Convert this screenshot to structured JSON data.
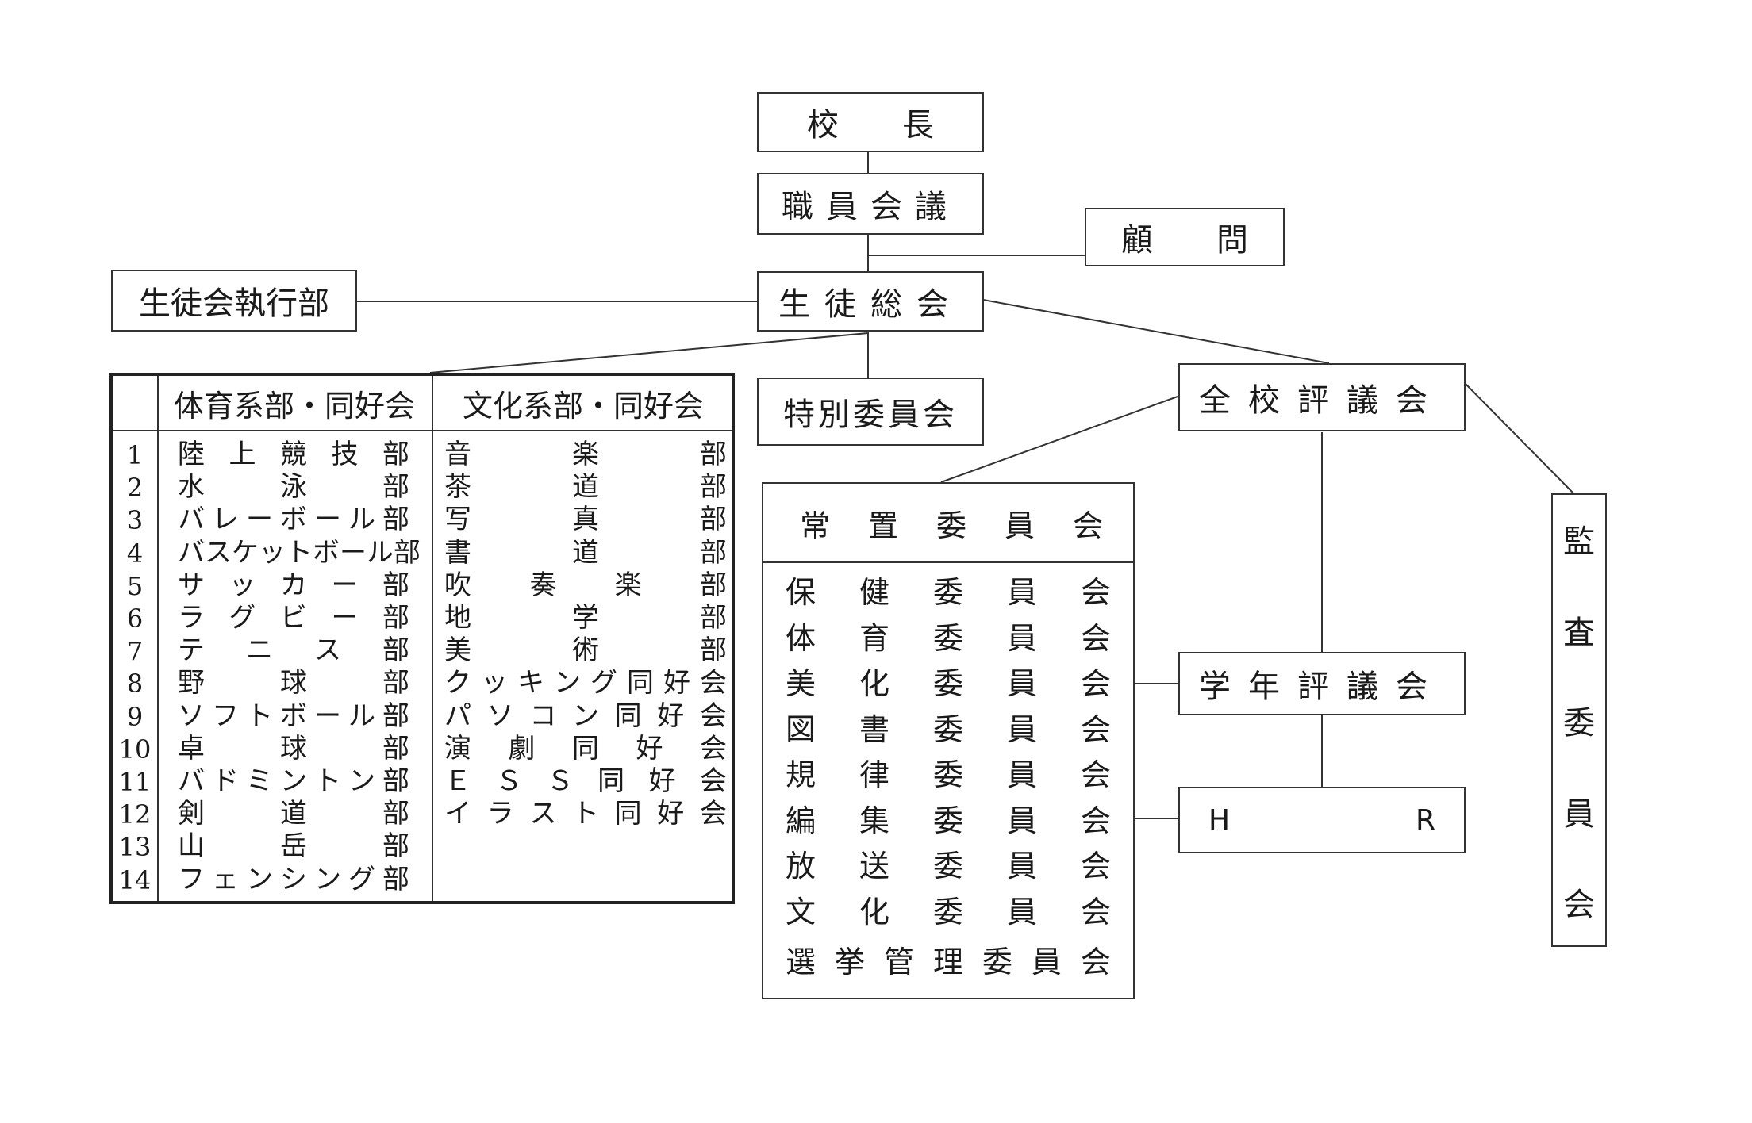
{
  "top": {
    "principal": "校　　長",
    "staff_meeting": "職員会議",
    "advisor": "顧　　問",
    "student_assembly": "生徒総会",
    "executive": "生徒会執行部",
    "special_committee": "特別委員会",
    "school_council": "全校評議会",
    "audit_committee": [
      "監",
      "査",
      "委",
      "員",
      "会"
    ],
    "grade_council": "学年評議会",
    "homeroom": [
      "H",
      "R"
    ]
  },
  "clubs": {
    "sports_header": "体育系部・同好会",
    "culture_header": "文化系部・同好会",
    "numbers": [
      "1",
      "2",
      "3",
      "4",
      "5",
      "6",
      "7",
      "8",
      "9",
      "10",
      "11",
      "12",
      "13",
      "14"
    ],
    "sports": [
      "陸上競技部",
      "水泳部",
      "バレーボール部",
      "バスケットボール部",
      "サッカー部",
      "ラグビー部",
      "テニス部",
      "野球部",
      "ソフトボール部",
      "卓球部",
      "バドミントン部",
      "剣道部",
      "山岳部",
      "フェンシング部"
    ],
    "culture": [
      "音楽部",
      "茶道部",
      "写真部",
      "書道部",
      "吹奏楽部",
      "地学部",
      "美術部",
      "クッキング同好会",
      "パソコン同好会",
      "演劇同好会",
      "ＥＳＳ同好会",
      "イラスト同好会"
    ]
  },
  "standing": {
    "title": "常置委員会",
    "items": [
      "保健委員会",
      "体育委員会",
      "美化委員会",
      "図書委員会",
      "規律委員会",
      "編集委員会",
      "放送委員会",
      "文化委員会",
      "選挙管理委員会"
    ]
  }
}
